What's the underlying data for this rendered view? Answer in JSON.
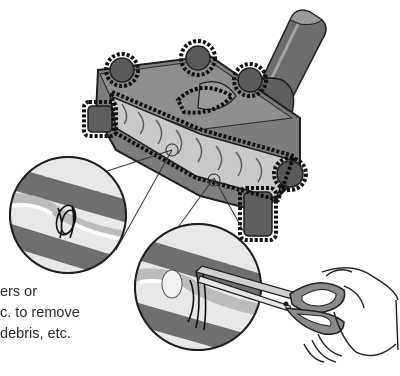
{
  "caption": {
    "lines": [
      "ers or",
      "c. to remove",
      "debris, etc."
    ]
  },
  "colors": {
    "body": "#7d7d7d",
    "body_dark": "#575757",
    "outline": "#1f1f1f",
    "brush": "#d9d9d9",
    "highlight": "#111111",
    "background": "#ffffff"
  },
  "icons": [
    "scissors-icon",
    "hand-icon"
  ]
}
